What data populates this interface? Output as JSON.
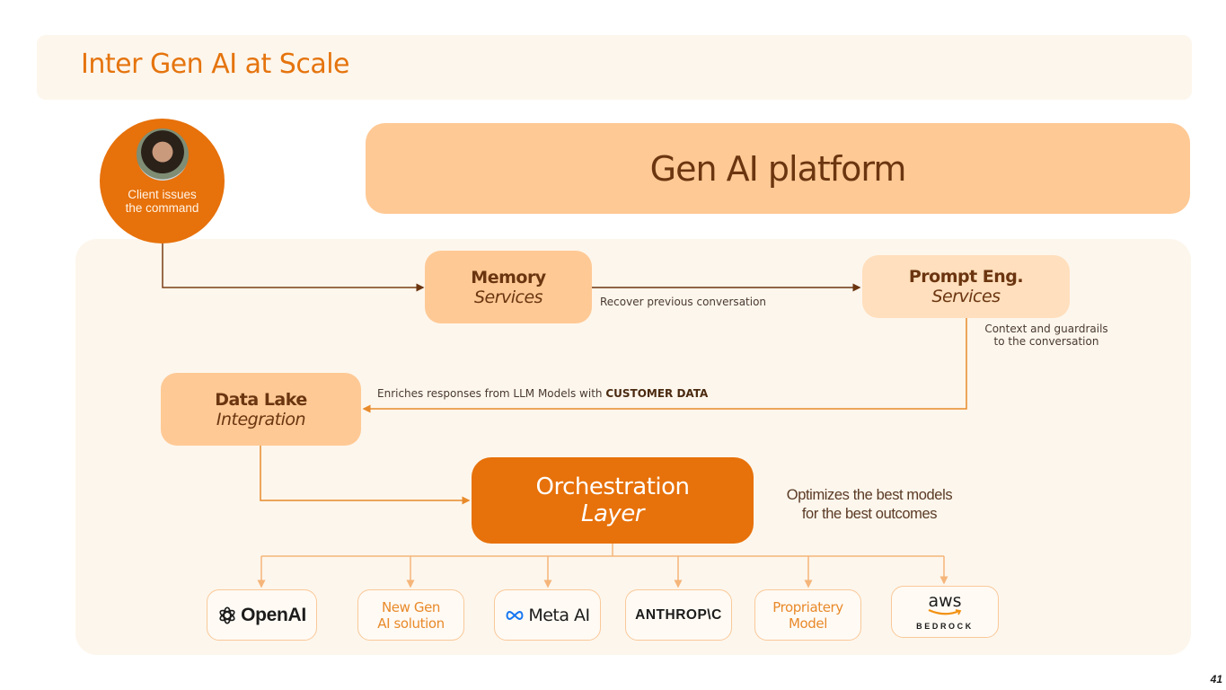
{
  "slide": {
    "title": "Inter Gen AI at Scale",
    "page_number": "41"
  },
  "platform": {
    "title": "Gen AI platform"
  },
  "client": {
    "label_line1": "Client issues",
    "label_line2": "the command",
    "avatar": "person-photo"
  },
  "nodes": {
    "memory": {
      "title": "Memory",
      "subtitle": "Services"
    },
    "prompt": {
      "title": "Prompt Eng.",
      "subtitle": "Services"
    },
    "datalake": {
      "title": "Data Lake",
      "subtitle": "Integration"
    },
    "orchestration": {
      "title": "Orchestration",
      "subtitle": "Layer"
    }
  },
  "labels": {
    "memory_to_prompt": "Recover previous conversation",
    "prompt_line1": "Context and guardrails",
    "prompt_line2": "to the conversation",
    "datalake_prefix": "Enriches responses from LLM Models with ",
    "datalake_bold": "CUSTOMER DATA",
    "orch_line1": "Optimizes the best models",
    "orch_line2": "for  the best outcomes"
  },
  "models": [
    {
      "name": "OpenAI",
      "icon": "openai-logo-icon"
    },
    {
      "line1": "New Gen",
      "line2": "AI solution"
    },
    {
      "name": "Meta AI",
      "icon": "meta-infinity-icon"
    },
    {
      "name": "ANTHROP\\C"
    },
    {
      "line1": "Propriatery",
      "line2": "Model"
    },
    {
      "name": "aws",
      "sub": "BEDROCK",
      "icon": "aws-smile-icon"
    }
  ],
  "colors": {
    "accent": "#e7710a",
    "light_box": "#ffc995",
    "lighter_box": "#ffdfbd",
    "panel": "#fdf6ec",
    "text_brown": "#6b3510"
  }
}
